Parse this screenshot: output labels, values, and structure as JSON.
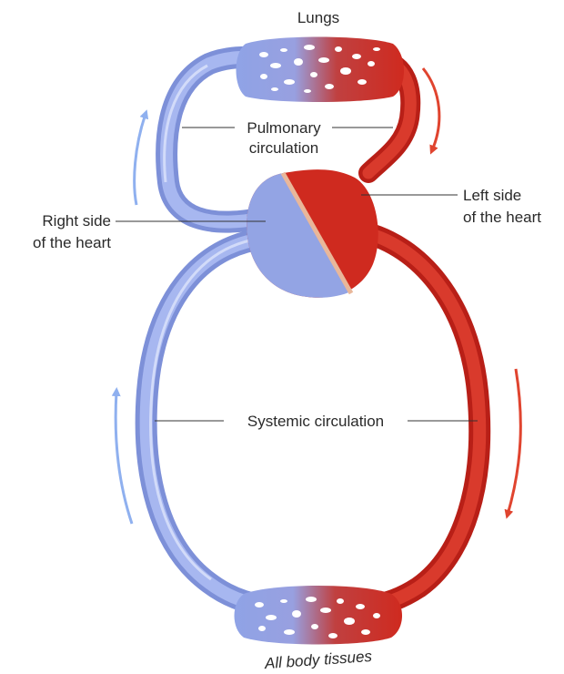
{
  "labels": {
    "lungs": "Lungs",
    "pulmonary_line1": "Pulmonary",
    "pulmonary_line2": "circulation",
    "right_side_line1": "Right side",
    "right_side_line2": "of the heart",
    "left_side_line1": "Left side",
    "left_side_line2": "of the heart",
    "systemic": "Systemic circulation",
    "tissues": "All body tissues"
  },
  "colors": {
    "oxygen_poor": "#8fa3e6",
    "oxygen_rich": "#cf2a1f",
    "septum": "#e9b79a",
    "arrow_blue": "#8fb0ef",
    "arrow_red": "#e0442f"
  }
}
